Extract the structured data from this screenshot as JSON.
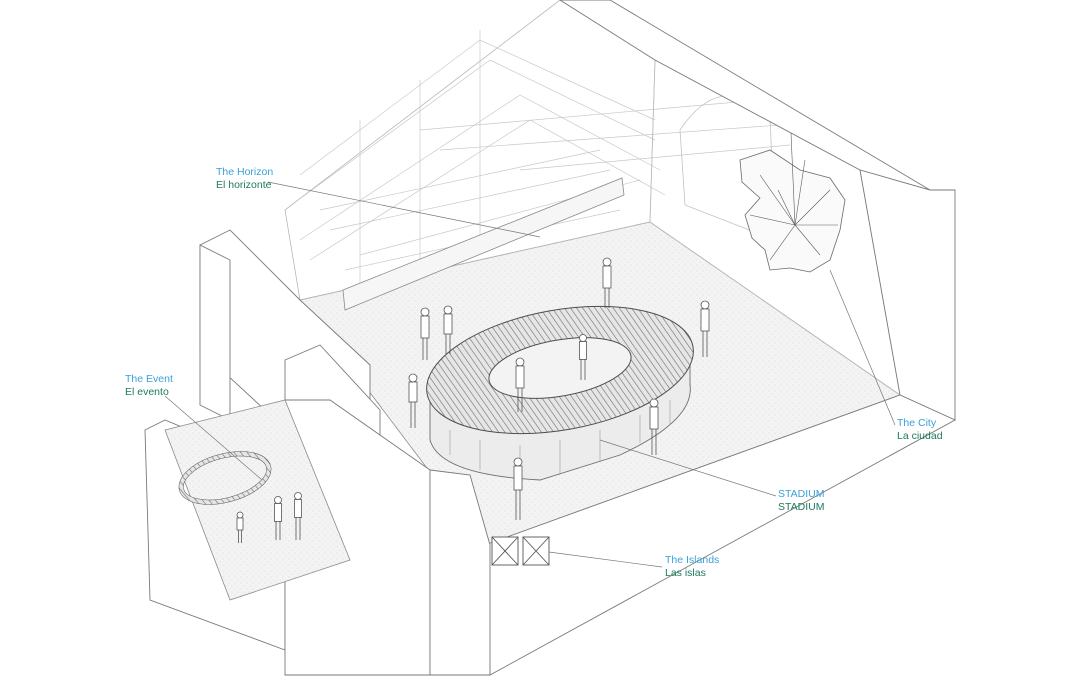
{
  "colors": {
    "label_english": "#3aa0d8",
    "label_spanish": "#1e7a5e",
    "line": "#8a8a8a",
    "line_light": "#c4c4c4",
    "wall_fill": "#ffffff",
    "floor_fill": "#f1f1f1"
  },
  "labels": {
    "horizon": {
      "en": "The Horizon",
      "es": "El horizonte"
    },
    "event": {
      "en": "The Event",
      "es": "El evento"
    },
    "city": {
      "en": "The City",
      "es": "La ciudad"
    },
    "stadium": {
      "en": "STADIUM",
      "es": "STADIUM"
    },
    "islands": {
      "en": "The Islands",
      "es": "Las islas"
    }
  }
}
